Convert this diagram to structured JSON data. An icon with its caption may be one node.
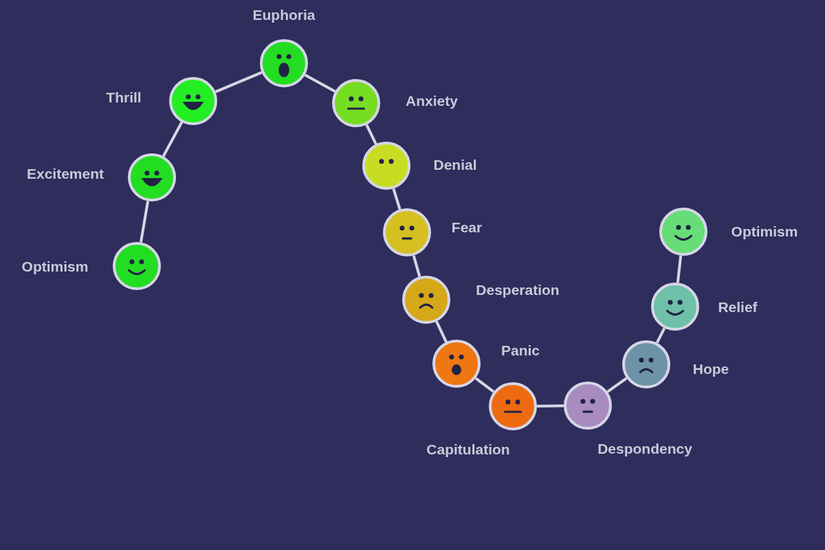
{
  "diagram": {
    "nodes": [
      {
        "text": [],
        "shape": "circle",
        "beside": [
          "Optimism"
        ]
      },
      {
        "text": [],
        "shape": "circle",
        "beside": [
          "Excitement"
        ]
      },
      {
        "text": [],
        "shape": "circle",
        "beside": [
          "Thrill"
        ]
      },
      {
        "text": [],
        "shape": "circle",
        "beside": [
          "Euphoria"
        ]
      },
      {
        "text": [],
        "shape": "circle",
        "beside": [
          "Anxiety"
        ]
      },
      {
        "text": [],
        "shape": "circle",
        "beside": [
          "Denial"
        ]
      },
      {
        "text": [],
        "shape": "circle",
        "beside": [
          "Fear"
        ]
      },
      {
        "text": [],
        "shape": "circle",
        "beside": [
          "Desperation"
        ]
      },
      {
        "text": [],
        "shape": "circle",
        "beside": [
          "Panic"
        ]
      },
      {
        "text": [],
        "shape": "circle",
        "beside": [
          "Capitulation"
        ]
      },
      {
        "text": [],
        "shape": "circle",
        "beside": [
          "Despondency"
        ]
      },
      {
        "text": [],
        "shape": "circle",
        "beside": [
          "Hope"
        ]
      },
      {
        "text": [],
        "shape": "circle",
        "beside": [
          "Relief"
        ]
      },
      {
        "text": [],
        "shape": "circle",
        "beside": [
          "Optimism"
        ]
      }
    ],
    "edges": [
      {
        "from": 0,
        "to": 1,
        "arrow": "none"
      },
      {
        "from": 1,
        "to": 2,
        "arrow": "none"
      },
      {
        "from": 2,
        "to": 3,
        "arrow": "none"
      },
      {
        "from": 3,
        "to": 4,
        "arrow": "none"
      },
      {
        "from": 4,
        "to": 5,
        "arrow": "none"
      },
      {
        "from": 5,
        "to": 6,
        "arrow": "none"
      },
      {
        "from": 6,
        "to": 7,
        "arrow": "none"
      },
      {
        "from": 7,
        "to": 8,
        "arrow": "none"
      },
      {
        "from": 8,
        "to": 9,
        "arrow": "none"
      },
      {
        "from": 9,
        "to": 10,
        "arrow": "none"
      },
      {
        "from": 10,
        "to": 11,
        "arrow": "none"
      },
      {
        "from": 11,
        "to": 12,
        "arrow": "none"
      },
      {
        "from": 12,
        "to": 13,
        "arrow": "none"
      }
    ]
  }
}
